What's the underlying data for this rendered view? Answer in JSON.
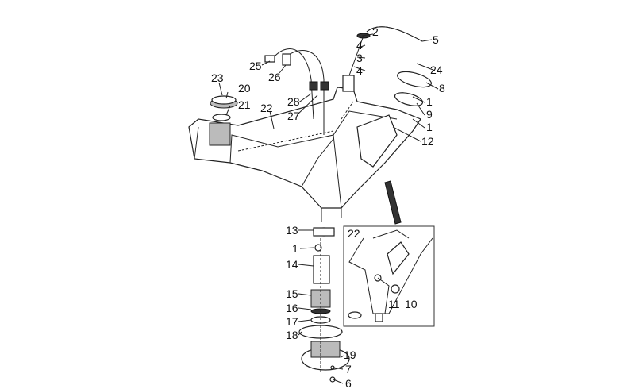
{
  "diagram": {
    "title": "Fuel tank exploded view",
    "callouts": {
      "c2": "2",
      "c4a": "4",
      "c3": "3",
      "c4b": "4",
      "c5": "5",
      "c24": "24",
      "c8": "8",
      "c1a": "1",
      "c9": "9",
      "c1b": "1",
      "c12": "12",
      "c25": "25",
      "c26": "26",
      "c23": "23",
      "c20": "20",
      "c21": "21",
      "c22": "22",
      "c28": "28",
      "c27": "27",
      "c13": "13",
      "c1c": "1",
      "c14": "14",
      "c15": "15",
      "c16": "16",
      "c17": "17",
      "c18": "18",
      "c19": "19",
      "c7": "7",
      "c6": "6"
    },
    "inset": {
      "c22": "22",
      "c11": "11",
      "c10": "10"
    }
  }
}
